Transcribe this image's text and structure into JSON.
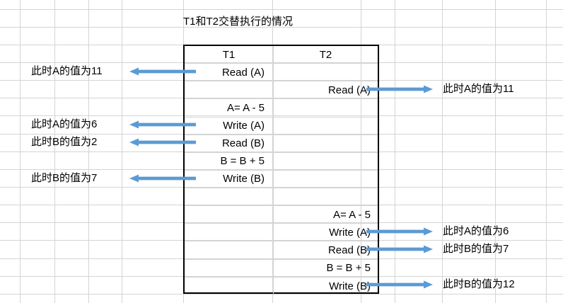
{
  "app": {
    "title": "T1和T2交替执行的情况",
    "accent_color": "#5b9bd5",
    "grid_line_color": "#d4d4d4",
    "table_border_color": "#000000",
    "background_color": "#ffffff"
  },
  "table": {
    "headers": [
      "T1",
      "T2"
    ],
    "rows": [
      {
        "t1": "Read (A)",
        "t2": ""
      },
      {
        "t1": "",
        "t2": "Read (A)"
      },
      {
        "t1": "A= A - 5",
        "t2": ""
      },
      {
        "t1": "Write (A)",
        "t2": ""
      },
      {
        "t1": "Read (B)",
        "t2": ""
      },
      {
        "t1": "B = B + 5",
        "t2": ""
      },
      {
        "t1": "Write (B)",
        "t2": ""
      },
      {
        "t1": "",
        "t2": ""
      },
      {
        "t1": "",
        "t2": "A= A - 5"
      },
      {
        "t1": "",
        "t2": "Write (A)"
      },
      {
        "t1": "",
        "t2": "Read (B)"
      },
      {
        "t1": "",
        "t2": "B = B + 5"
      },
      {
        "t1": "",
        "t2": "Write (B)"
      }
    ]
  },
  "left_notes": [
    {
      "text": "此时A的值为11",
      "row": 0
    },
    {
      "text": "此时A的值为6",
      "row": 3
    },
    {
      "text": "此时B的值为2",
      "row": 4
    },
    {
      "text": "此时B的值为7",
      "row": 6
    }
  ],
  "right_notes": [
    {
      "text": "此时A的值为11",
      "row": 1
    },
    {
      "text": "此时A的值为6",
      "row": 9
    },
    {
      "text": "此时B的值为7",
      "row": 10
    },
    {
      "text": "此时B的值为12",
      "row": 12
    }
  ],
  "arrows": {
    "left_direction": "points-left",
    "right_direction": "points-right",
    "icon_left": "arrow-left-icon",
    "icon_right": "arrow-right-icon"
  }
}
